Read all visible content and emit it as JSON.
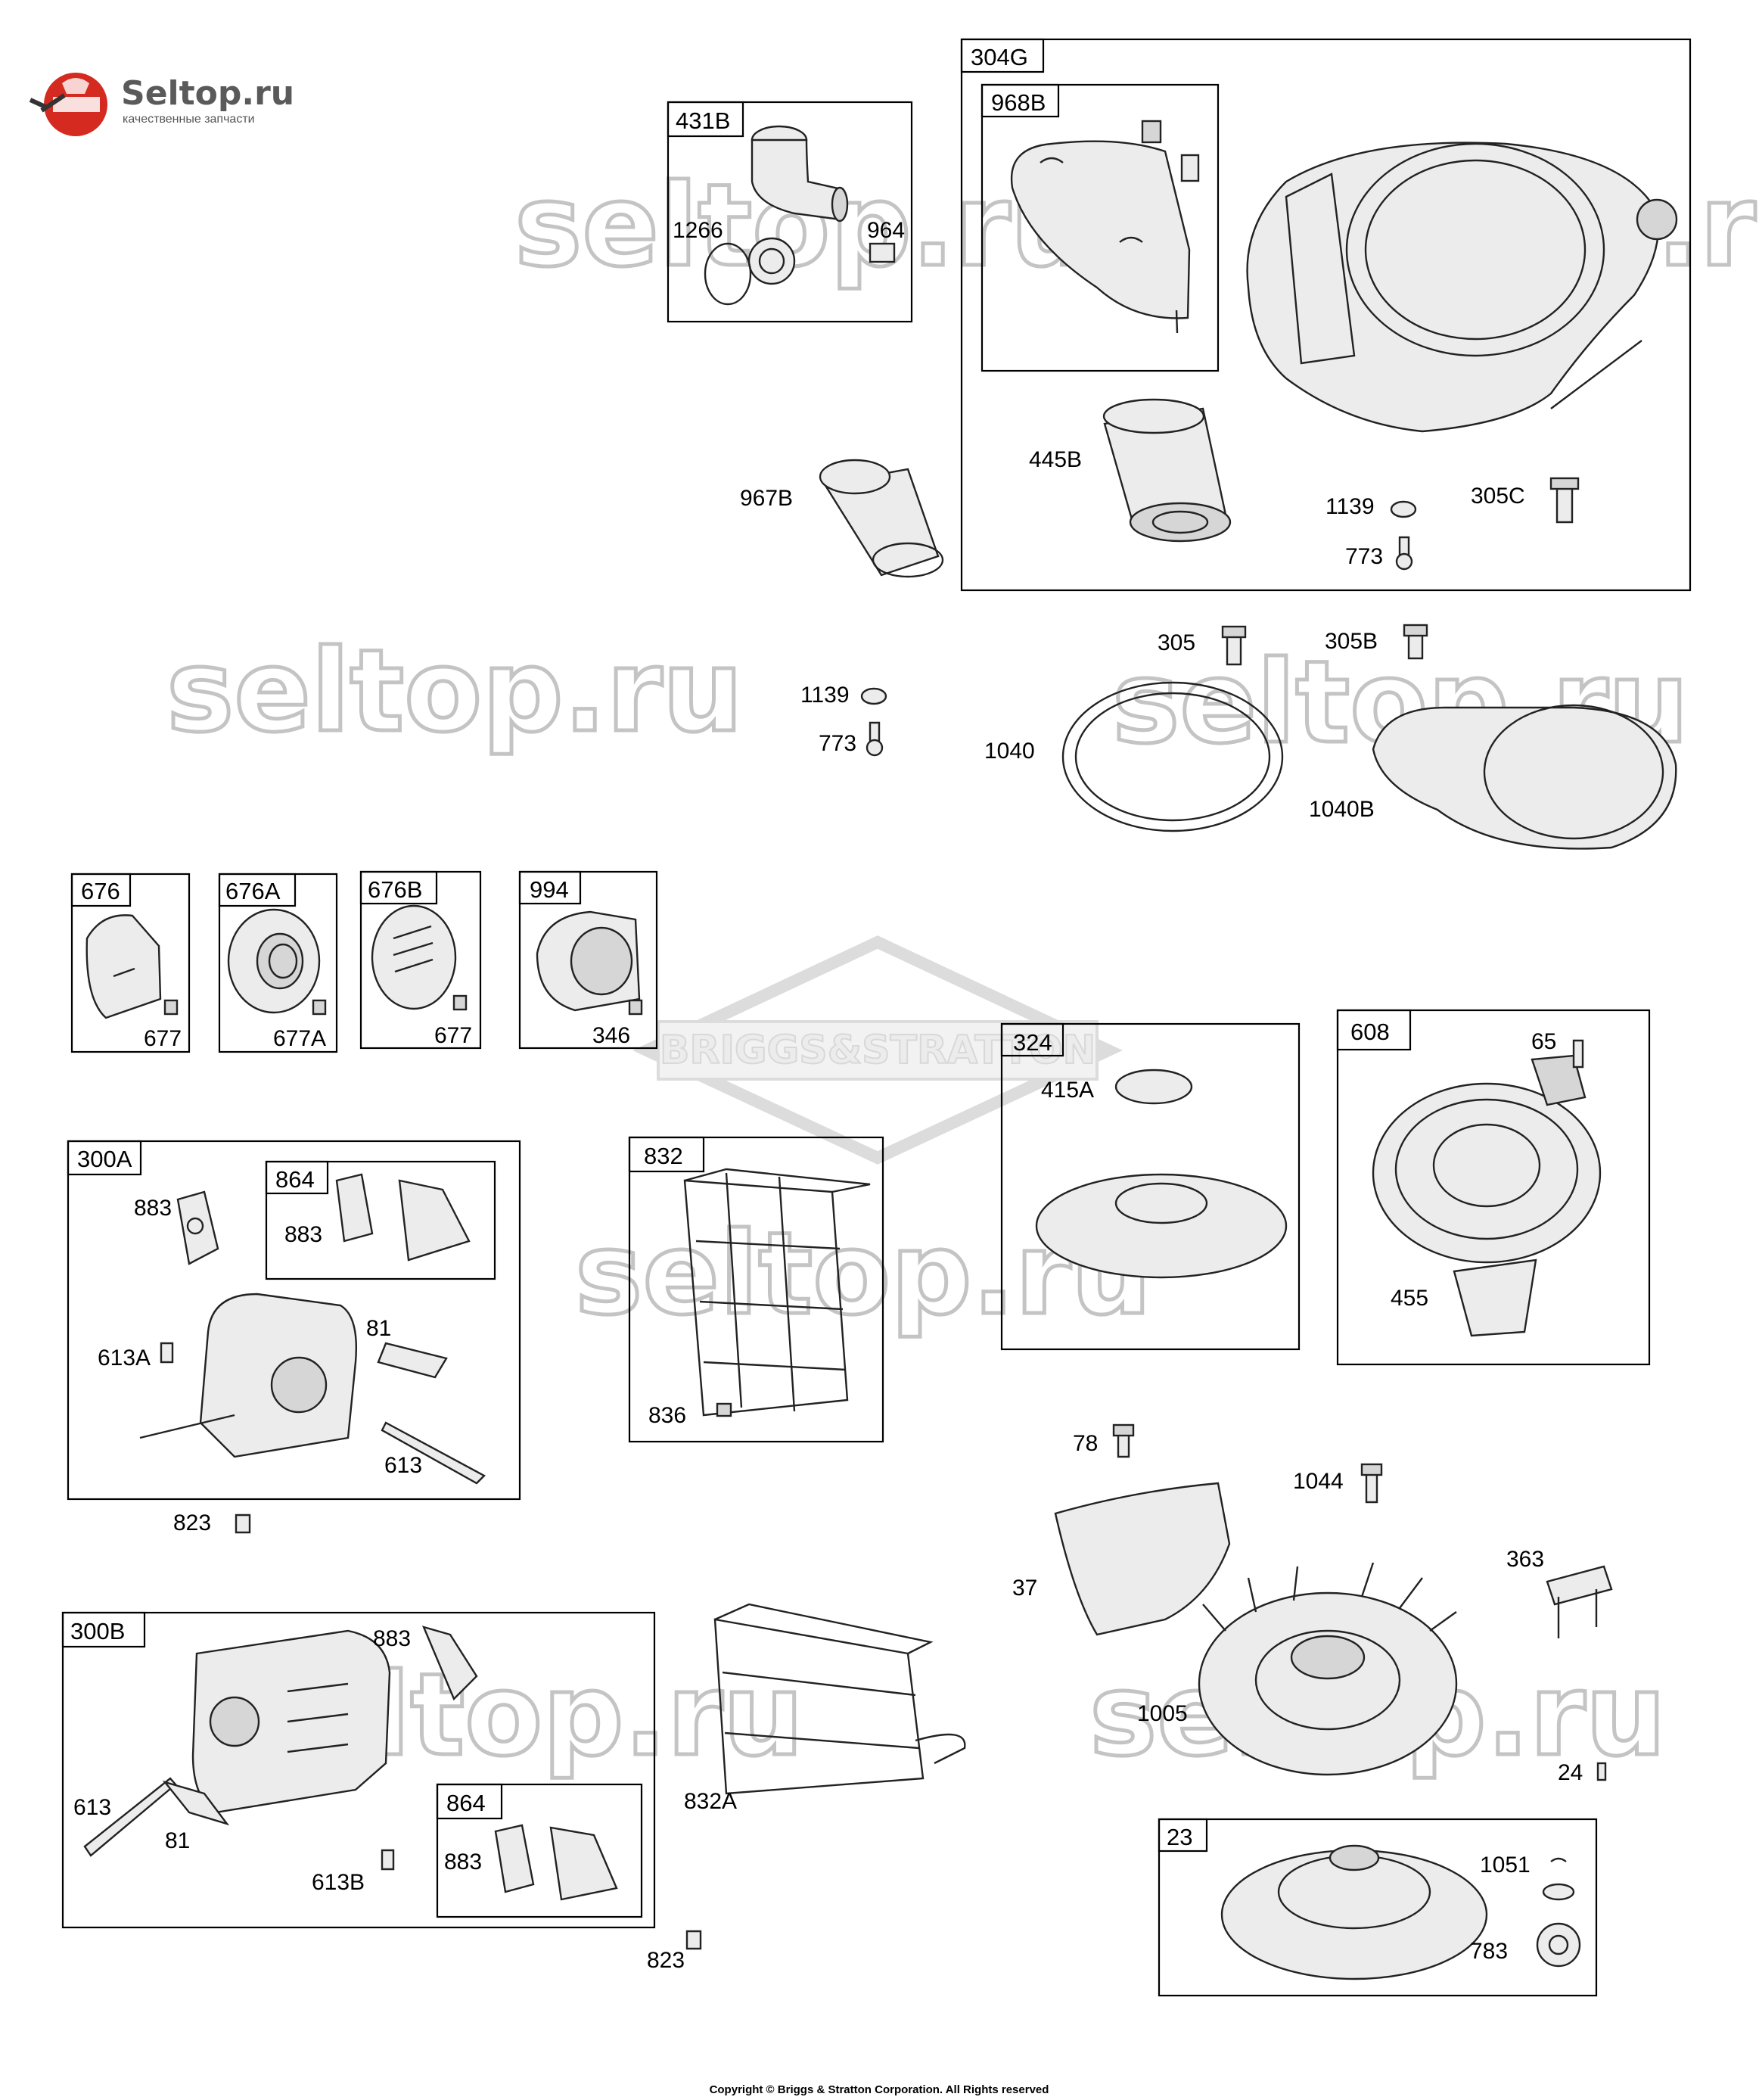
{
  "logo": {
    "brand": "Seltop.ru",
    "tagline": "качественные запчасти"
  },
  "watermarks": [
    "seltop.ru",
    "seltop.ru",
    "seltop.ru",
    "seltop.ru",
    "seltop.ru",
    "seltop.ru"
  ],
  "center_emblem": "BRIGGS&STRATTON",
  "copyright": "Copyright © Briggs & Stratton Corporation. All Rights reserved",
  "boxes": [
    {
      "id": "304G"
    },
    {
      "id": "968B"
    },
    {
      "id": "431B"
    },
    {
      "id": "676"
    },
    {
      "id": "676A"
    },
    {
      "id": "676B"
    },
    {
      "id": "994"
    },
    {
      "id": "324"
    },
    {
      "id": "608"
    },
    {
      "id": "300A"
    },
    {
      "id": "864"
    },
    {
      "id": "832"
    },
    {
      "id": "300B"
    },
    {
      "id": "864"
    },
    {
      "id": "23"
    }
  ],
  "callouts": [
    "1266",
    "964",
    "967B",
    "445B",
    "1139",
    "305C",
    "773",
    "305",
    "305B",
    "1139",
    "773",
    "1040",
    "1040B",
    "677",
    "677A",
    "677",
    "346",
    "415A",
    "65",
    "455",
    "883",
    "883",
    "613A",
    "81",
    "613",
    "823",
    "836",
    "78",
    "1044",
    "37",
    "363",
    "1005",
    "24",
    "883",
    "613",
    "81",
    "613B",
    "883",
    "832A",
    "823",
    "1051",
    "783"
  ]
}
